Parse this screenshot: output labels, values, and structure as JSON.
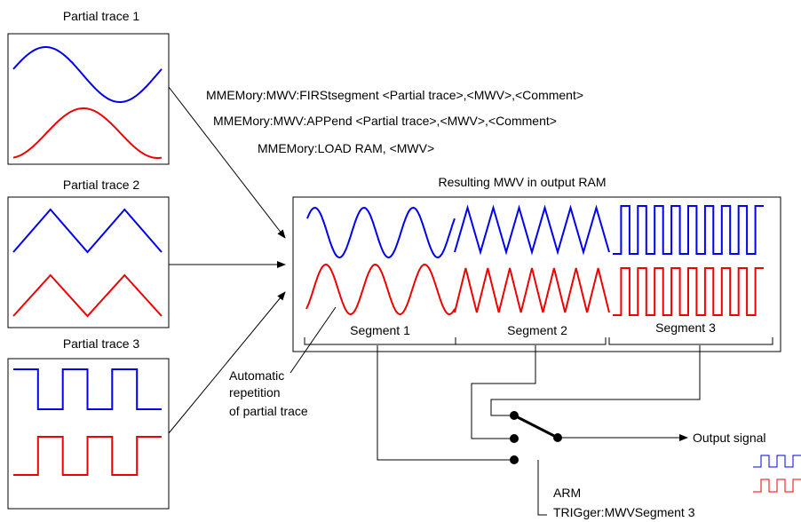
{
  "traces": [
    {
      "title": "Partial trace 1",
      "shape": "sine"
    },
    {
      "title": "Partial trace 2",
      "shape": "triangle"
    },
    {
      "title": "Partial trace 3",
      "shape": "square"
    }
  ],
  "commands": [
    "MMEMory:MWV:FIRStsegment <Partial trace>,<MWV>,<Comment>",
    "MMEMory:MWV:APPend <Partial trace>,<MWV>,<Comment>",
    "MMEMory:LOAD RAM, <MWV>"
  ],
  "result": {
    "title": "Resulting MWV in output RAM",
    "segments": [
      "Segment 1",
      "Segment 2",
      "Segment 3"
    ]
  },
  "note": [
    "Automatic",
    "repetition",
    "of partial trace"
  ],
  "output_label": "Output signal",
  "trigger": [
    "ARM",
    "TRIGger:MWVSegment 3"
  ],
  "colors": {
    "upper": "#0000ee",
    "lower": "#ee0000",
    "line": "#000000"
  }
}
